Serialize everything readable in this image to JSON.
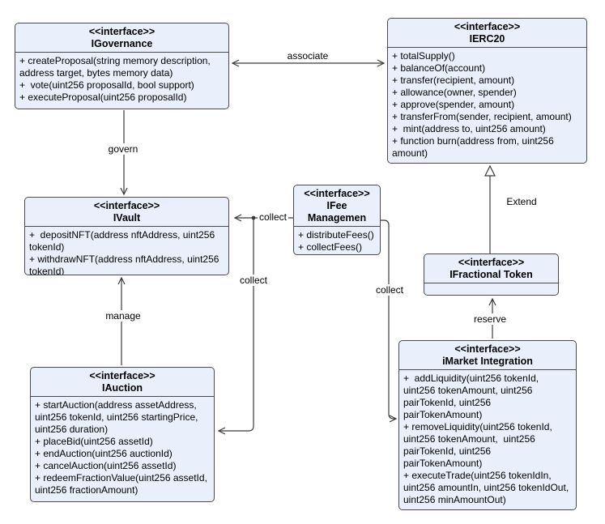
{
  "diagram": {
    "colors": {
      "background": "#ffffff",
      "box_fill": "#e9f0fb",
      "box_border": "#4a4a4a",
      "line": "#3b3b3b"
    },
    "classes": [
      {
        "stereotype": "<<interface>>",
        "name": "IGovernance",
        "methods": [
          "+ createProposal(string memory description, address target, bytes memory data)",
          "+  vote(uint256 proposalId, bool support)",
          "+ executeProposal(uint256 proposalId)"
        ]
      },
      {
        "stereotype": "<<interface>>",
        "name": "IERC20",
        "methods": [
          "+ totalSupply()",
          "+ balanceOf(account)",
          "+ transfer(recipient, amount)",
          "+ allowance(owner, spender)",
          "+ approve(spender, amount)",
          "+ transferFrom(sender, recipient, amount)",
          "+  mint(address to, uint256 amount)",
          "+ function burn(address from, uint256 amount)"
        ]
      },
      {
        "stereotype": "<<interface>>",
        "name": "IVault",
        "methods": [
          "+  depositNFT(address nftAddress, uint256 tokenId)",
          "+ withdrawNFT(address nftAddress, uint256 tokenId)"
        ]
      },
      {
        "stereotype": "<<interface>>",
        "name": "IFee\nManagemen",
        "methods": [
          "+ distributeFees()",
          "+ collectFees()"
        ]
      },
      {
        "stereotype": "<<interface>>",
        "name": "IFractional Token",
        "methods": []
      },
      {
        "stereotype": "<<interface>>",
        "name": "IAuction",
        "methods": [
          "+ startAuction(address assetAddress, uint256 tokenId, uint256 startingPrice, uint256 duration)",
          "+ placeBid(uint256 assetId)",
          "+ endAuction(uint256 auctionId)",
          "+ cancelAuction(uint256 assetId)",
          "+ redeemFractionValue(uint256 assetId, uint256 fractionAmount)"
        ]
      },
      {
        "stereotype": "<<interface>>",
        "name": "iMarket Integration",
        "methods": [
          "+  addLiquidity(uint256 tokenId, uint256 tokenAmount, uint256 pairTokenId, uint256 pairTokenAmount)",
          "+ removeLiquidity(uint256 tokenId, uint256 tokenAmount,  uint256 pairTokenId, uint256 pairTokenAmount)",
          "+ executeTrade(uint256 tokenIdIn, uint256 amountIn, uint256 tokenIdOut, uint256 minAmountOut)"
        ]
      }
    ],
    "connectors": [
      {
        "label": "associate",
        "from": "IGovernance",
        "to": "IERC20",
        "style": "open-arrow-both-ends"
      },
      {
        "label": "govern",
        "from": "IGovernance",
        "to": "IVault",
        "style": "open-arrow"
      },
      {
        "label": "collect",
        "from": "IFee Managemen",
        "to": "IVault",
        "style": "open-arrow"
      },
      {
        "label": "collect",
        "from": "IFee Managemen",
        "to": "IAuction",
        "style": "open-arrow"
      },
      {
        "label": "collect",
        "from": "IFee Managemen",
        "to": "iMarket Integration",
        "style": "open-arrow"
      },
      {
        "label": "Extend",
        "from": "IFractional Token",
        "to": "IERC20",
        "style": "hollow-triangle"
      },
      {
        "label": "reserve",
        "from": "iMarket Integration",
        "to": "IFractional Token",
        "style": "open-arrow"
      },
      {
        "label": "manage",
        "from": "IAuction",
        "to": "IVault",
        "style": "open-arrow"
      }
    ]
  }
}
